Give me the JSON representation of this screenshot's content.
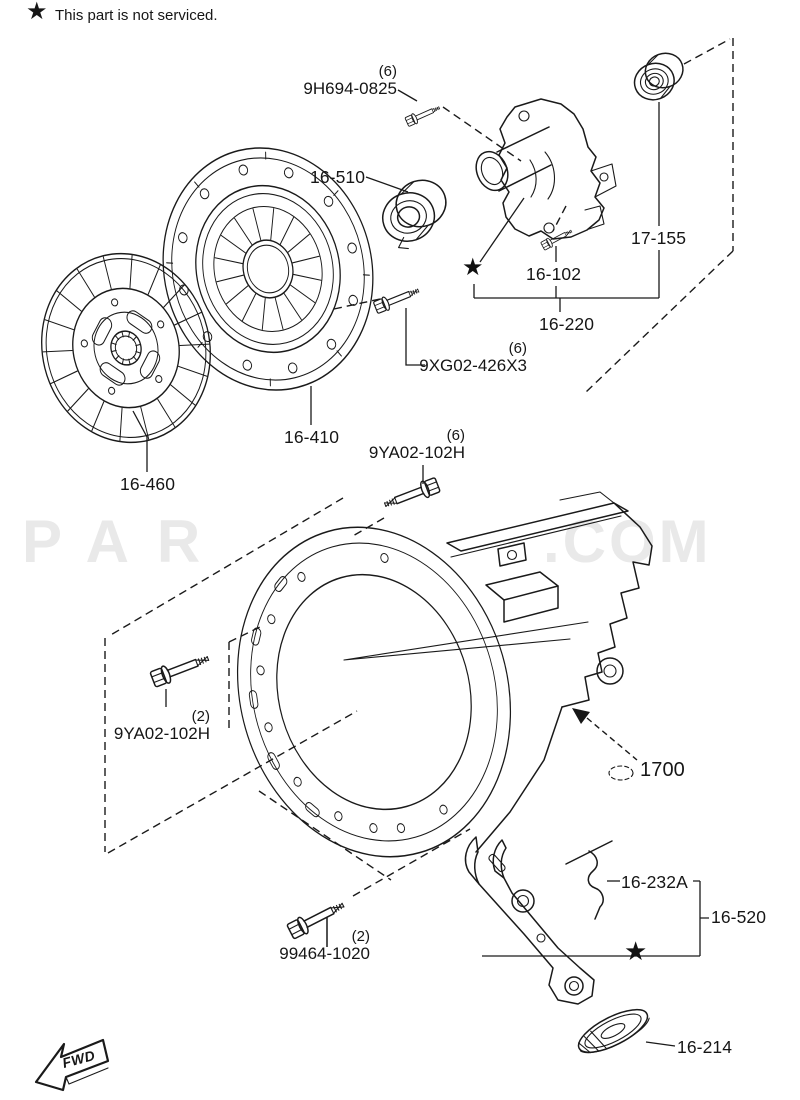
{
  "note": {
    "star": "★",
    "text": "This part is not serviced."
  },
  "watermark": {
    "left": "PAR",
    "right": ".COM"
  },
  "direction_indicator": "FWD",
  "labels": {
    "bolt_9h694": {
      "qty": "(6)",
      "part": "9H694-0825"
    },
    "release_bearing": {
      "part": "16-510"
    },
    "pilot_bearing": {
      "part": "17-155"
    },
    "front_cover": {
      "star": "★",
      "part": "16-102"
    },
    "cover_assembly": {
      "part": "16-220"
    },
    "bolt_9xg02": {
      "qty": "(6)",
      "part": "9XG02-426X3"
    },
    "clutch_cover": {
      "part": "16-410"
    },
    "clutch_disc": {
      "part": "16-460"
    },
    "bolt_9ya02_top": {
      "qty": "(6)",
      "part": "9YA02-102H"
    },
    "bolt_9ya02_left": {
      "qty": "(2)",
      "part": "9YA02-102H"
    },
    "transmission": {
      "part": "1700"
    },
    "release_clip": {
      "part": "16-232A"
    },
    "fork_assembly": {
      "part": "16-520",
      "star": "★"
    },
    "bolt_99464": {
      "qty": "(2)",
      "part": "99464-1020"
    },
    "dust_boot": {
      "part": "16-214"
    }
  }
}
